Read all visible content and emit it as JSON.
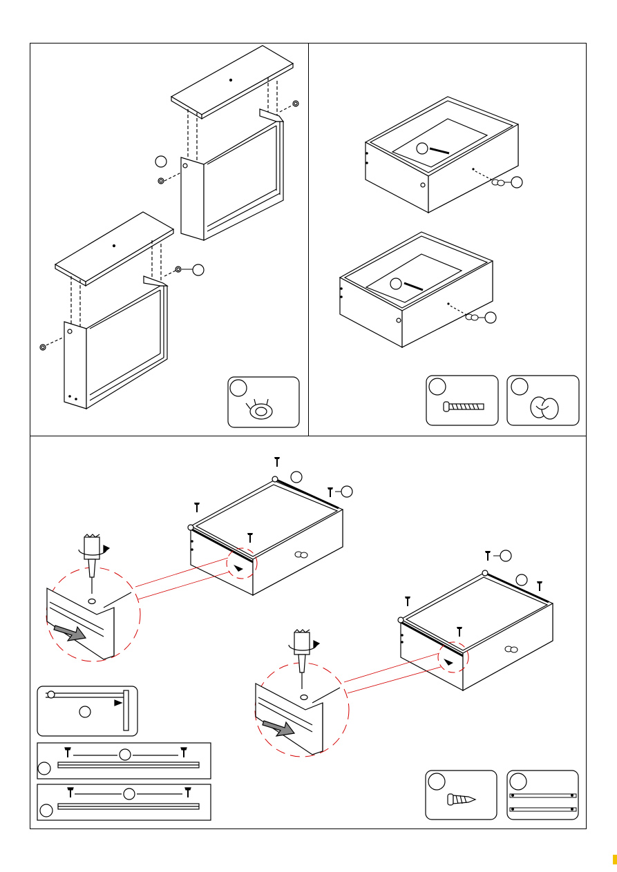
{
  "document": {
    "type": "assembly-instructions",
    "steps": [
      {
        "id": "step-carcass-top",
        "parts_callout_count": 3
      },
      {
        "id": "step-drawer-knobs",
        "parts_callout_count": 4
      },
      {
        "id": "step-drawer-slides",
        "parts_callout_count": 10
      }
    ],
    "colors": {
      "line": "#000000",
      "detail_circle": "#d40000",
      "paper": "#ffffff",
      "marker": "#f2c200"
    }
  },
  "icons": {
    "cam_lock": "cam-lock-fitting-icon",
    "bolt": "machine-bolt-icon",
    "knob": "drawer-knob-icon",
    "screw": "wood-screw-icon",
    "slide": "drawer-slide-rail-icon",
    "screwdriver": "screwdriver-icon"
  }
}
